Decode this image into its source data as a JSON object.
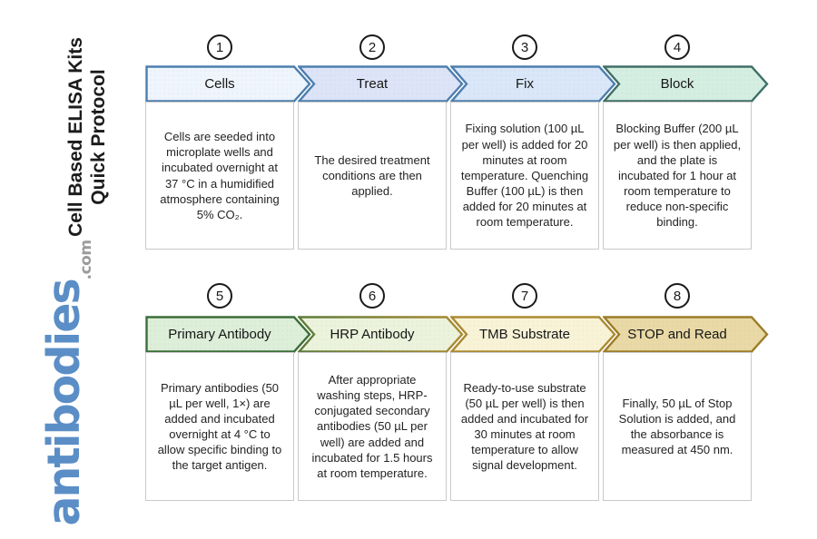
{
  "header": {
    "title_line1": "Cell Based ELISA Kits",
    "title_line2": "Quick Protocol"
  },
  "brand": {
    "name": "antibodies",
    "suffix": ".com",
    "color": "#5b8ec6",
    "suffix_color": "#9b9b9b"
  },
  "steps": [
    {
      "number": "1",
      "label": "Cells",
      "description": "Cells are seeded into microplate wells and incubated overnight at 37 °C in a humidified atmosphere containing 5% CO₂.",
      "fill": "#eff5fc",
      "stroke": "#4d7fae"
    },
    {
      "number": "2",
      "label": "Treat",
      "description": "The desired treatment conditions are then applied.",
      "fill": "#dde4f8",
      "stroke": "#4d7fae"
    },
    {
      "number": "3",
      "label": "Fix",
      "description": "Fixing solution (100 µL per well) is added for 20 minutes at room temperature. Quenching Buffer (100 µL) is then added for 20 minutes at room temperature.",
      "fill": "#d9e7f8",
      "stroke": "#4d7fae"
    },
    {
      "number": "4",
      "label": "Block",
      "description": "Blocking Buffer (200 µL per well) is then applied, and the plate is incubated for 1 hour at room temperature to reduce non-specific binding.",
      "fill": "#d5eee2",
      "stroke": "#3f6f66"
    },
    {
      "number": "5",
      "label": "Primary Antibody",
      "description": "Primary antibodies (50 µL per well, 1×) are added and incubated overnight at 4 °C to allow specific binding to the target antigen.",
      "fill": "#ddeed9",
      "stroke": "#3c6e38"
    },
    {
      "number": "6",
      "label": "HRP Antibody",
      "description": "After appropriate washing steps, HRP-conjugated secondary antibodies (50 µL per well) are added and incubated for 1.5 hours at room temperature.",
      "fill": "#ecf3dc",
      "stroke": "#5d7b3b",
      "stroke2": "#ab8a33"
    },
    {
      "number": "7",
      "label": "TMB Substrate",
      "description": "Ready-to-use substrate (50 µL per well) is then added and incubated for 30 minutes at room temperature to allow signal development.",
      "fill": "#f8f3d7",
      "stroke": "#ab8a33"
    },
    {
      "number": "8",
      "label": "STOP and Read",
      "description": "Finally, 50 µL of Stop Solution is added, and the absorbance is measured at 450 nm.",
      "fill": "#e9d9a6",
      "stroke": "#9c7d29"
    }
  ]
}
